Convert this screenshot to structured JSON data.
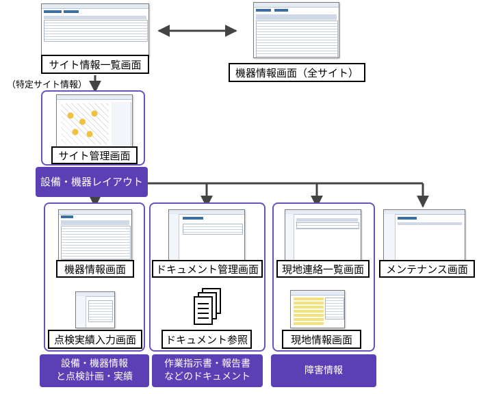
{
  "nodes": {
    "site_list": "サイト情報一覧画面",
    "device_all": "機器情報画面（全サイト）",
    "specific_site": "（特定サイト情報）",
    "site_mgmt": "サイト管理画面",
    "layout": "設備・機器レイアウト",
    "device_info": "機器情報画面",
    "inspection": "点検実績入力画面",
    "doc_mgmt": "ドキュメント管理画面",
    "doc_ref": "ドキュメント参照",
    "field_list": "現地連絡一覧画面",
    "field_info": "現地情報画面",
    "maintenance": "メンテナンス画面"
  },
  "groups": {
    "equipment_line1": "設備・機器情報",
    "equipment_line2": "と点検計画・実績",
    "documents_line1": "作業指示書・報告書",
    "documents_line2": "などのドキュメント",
    "failure": "障害情報"
  },
  "colors": {
    "group_border": "#6a52bb",
    "group_fill": "#5b3fb5",
    "connector": "#444444"
  }
}
